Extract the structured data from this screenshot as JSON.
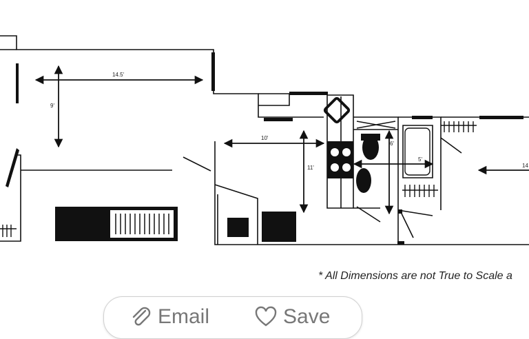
{
  "plan": {
    "dimensions": {
      "living_room_width": "14.5'",
      "living_room_depth": "9'",
      "kitchen_width": "10'",
      "kitchen_depth": "11'",
      "bathroom_depth": "6'",
      "bathroom_width": "5'",
      "bedroom_width": "14"
    }
  },
  "footnote": "* All Dimensions are not True to Scale a",
  "actions": {
    "email_label": "Email",
    "save_label": "Save"
  },
  "icons": {
    "email": "paperclip-icon",
    "save": "heart-icon"
  }
}
